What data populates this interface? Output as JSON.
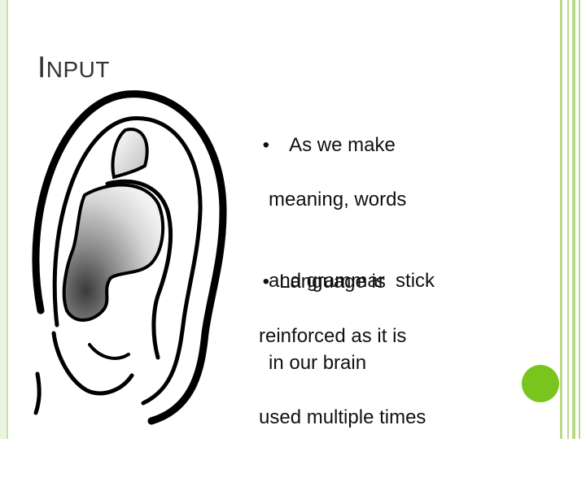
{
  "slide": {
    "title_first": "I",
    "title_rest": "NPUT",
    "bullets": [
      {
        "marker": "•",
        "lines": [
          "As we make",
          "meaning, words",
          "and grammar  stick",
          "in our brain"
        ]
      },
      {
        "marker": "•",
        "lines": [
          "Language is",
          "reinforced as it is",
          "used multiple times"
        ]
      }
    ]
  },
  "colors": {
    "frame_green": "#b7d98a",
    "accent_dot": "#7ac41e",
    "title_text": "#333333"
  },
  "icons": [
    "ear-illustration"
  ]
}
